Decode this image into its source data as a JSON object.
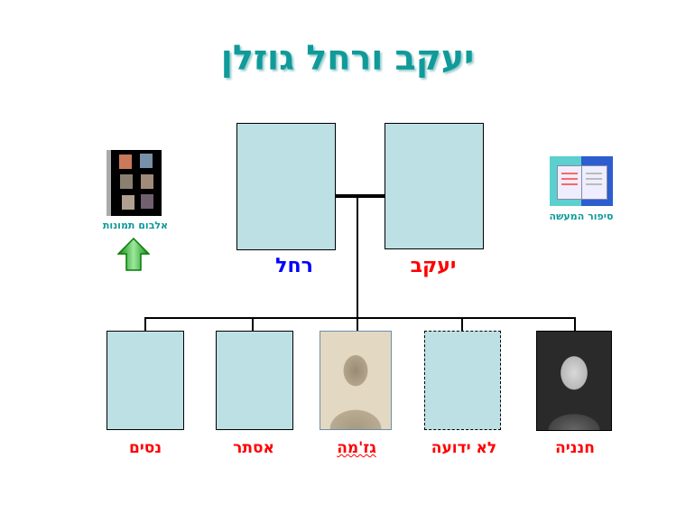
{
  "title": "יעקב ורחל גוזלן",
  "parents": [
    {
      "name": "רחל",
      "color": "#0000ff"
    },
    {
      "name": "יעקב",
      "color": "#ff0000"
    }
  ],
  "children": [
    {
      "name": "נסים"
    },
    {
      "name": "אסתר"
    },
    {
      "name": "גז'מה"
    },
    {
      "name": "לא ידועה"
    },
    {
      "name": "חנניה"
    }
  ],
  "album": {
    "label": "אלבום תמונות",
    "icon": "photo-album-icon"
  },
  "story": {
    "label": "סיפור המעשה",
    "icon": "open-book-icon"
  },
  "nav": {
    "icon": "up-arrow-icon"
  }
}
